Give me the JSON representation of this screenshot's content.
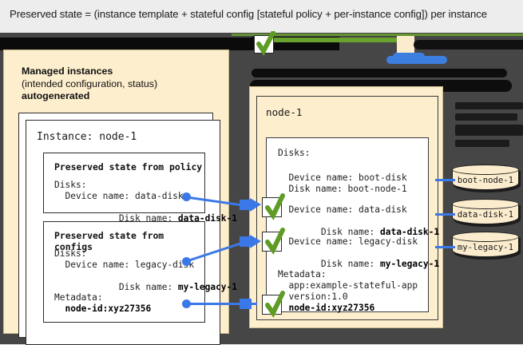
{
  "caption": {
    "text": "Preserved state = (instance template + stateful config [stateful policy + per-instance config]) per instance"
  },
  "colors": {
    "cream": "#fdeecd",
    "blue_connector": "#3b78e7",
    "green_check": "#6aa22e",
    "dark_overlay": "#474646",
    "page_background": "#ededed"
  },
  "left_panel": {
    "heading_line1": "Managed instances",
    "heading_line2": "(intended configuration, status)",
    "heading_line3": "autogenerated",
    "instance_title": "Instance: node-1",
    "policy_box": {
      "title": "Preserved state from policy",
      "lines": [
        "Disks:",
        "  Device name: data-disk",
        "  Disk name: "
      ],
      "disk_name_bold": "data-disk-1"
    },
    "configs_box": {
      "title": "Preserved state from configs",
      "disks_label": "Disks:",
      "device_line": "  Device name: legacy-disk",
      "disk_name_label": "  Disk name: ",
      "disk_name_bold": "my-legacy-1",
      "metadata_label": "Metadata:",
      "metadata_value_bold": "  node-id:xyz27356"
    }
  },
  "right_panel": {
    "node_title": "node-1",
    "disks_label": "Disks:",
    "boot_device": "  Device name: boot-disk",
    "boot_disk": "  Disk name: boot-node-1",
    "data_device": "  Device name: data-disk",
    "data_disk_label": "  Disk name: ",
    "data_disk_bold": "data-disk-1",
    "legacy_device": "  Device name: legacy-disk",
    "legacy_disk_label": "  Disk name: ",
    "legacy_disk_bold": "my-legacy-1",
    "metadata_label": "Metadata:",
    "metadata_app": "  app:example-stateful-app",
    "metadata_version": "  version:1.0",
    "metadata_nodeid_bold": "  node-id:xyz27356"
  },
  "disks": [
    {
      "label": "boot-node-1"
    },
    {
      "label": "data-disk-1"
    },
    {
      "label": "my-legacy-1"
    }
  ],
  "checkmarks": [
    {
      "name": "check-data-disk"
    },
    {
      "name": "check-legacy-disk"
    },
    {
      "name": "check-node-id"
    },
    {
      "name": "check-top-partial"
    }
  ]
}
